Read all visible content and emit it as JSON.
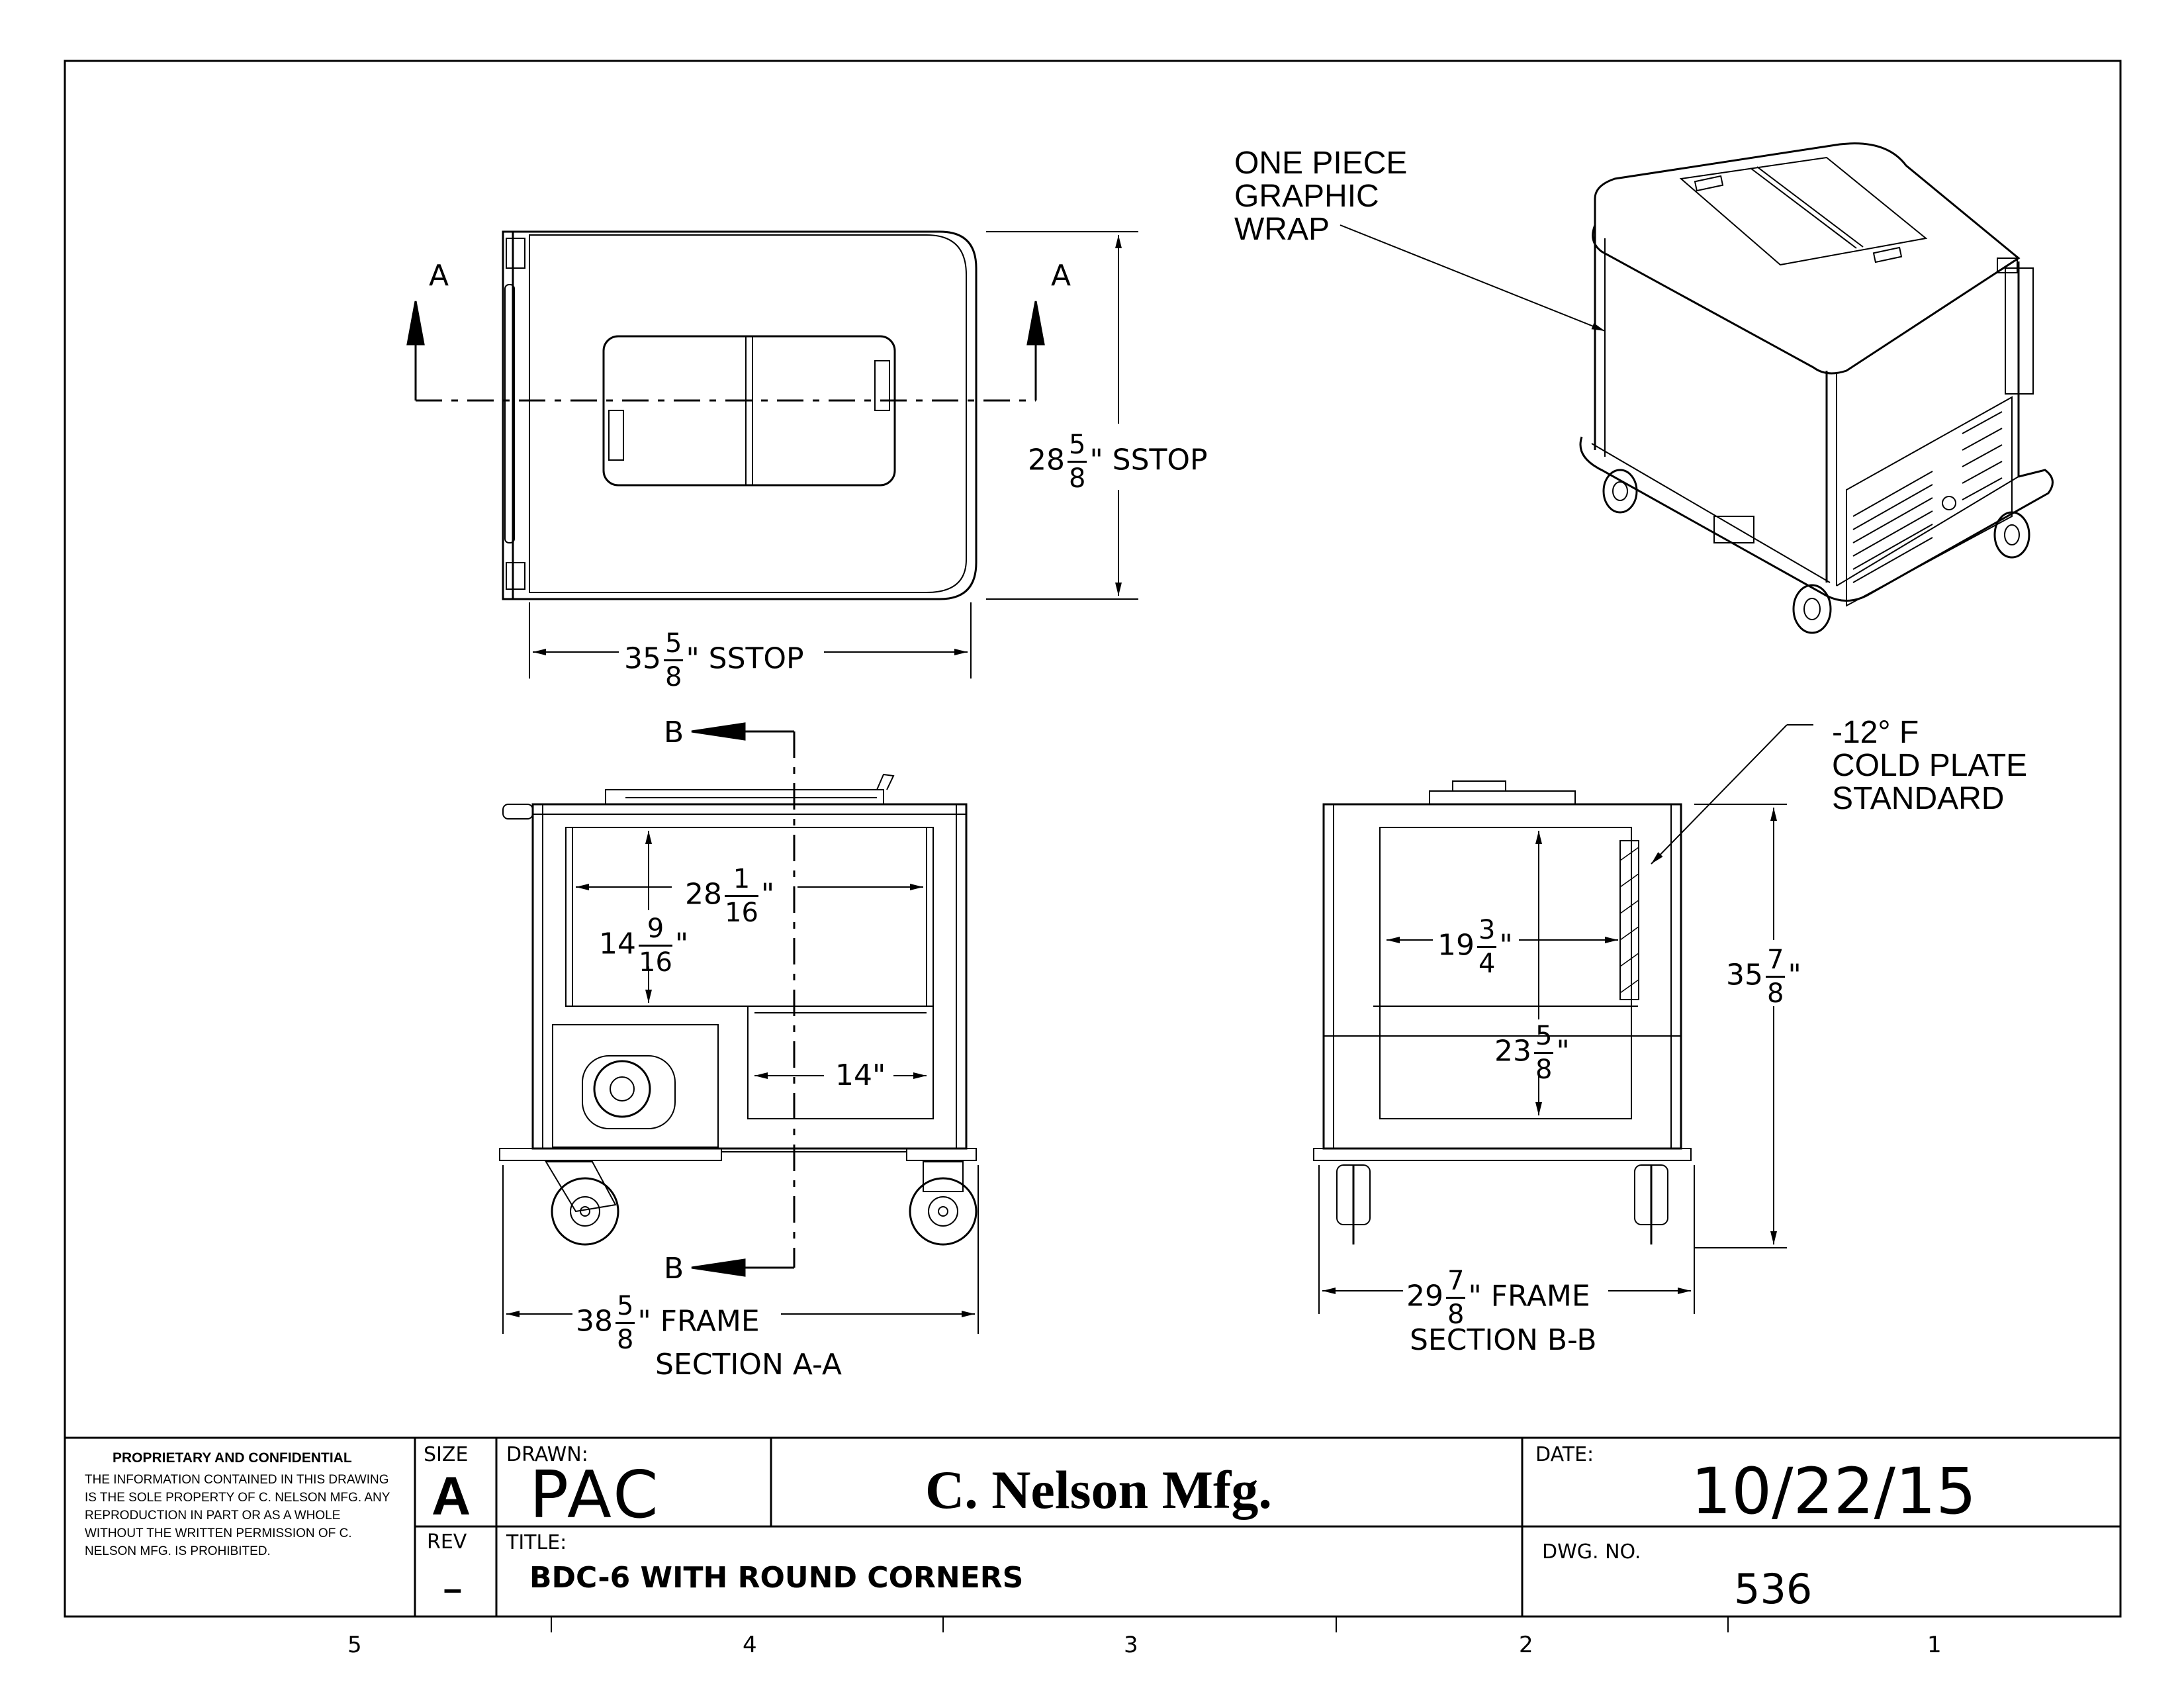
{
  "views": {
    "top": {
      "section_marker_left": "A",
      "section_marker_right": "A",
      "depth_dim": {
        "whole": "28",
        "num": "5",
        "den": "8",
        "suffix": "\" SSTOP"
      },
      "width_dim": {
        "whole": "35",
        "num": "5",
        "den": "8",
        "suffix": "\" SSTOP"
      }
    },
    "iso": {
      "callout_lines": [
        "ONE PIECE",
        "GRAPHIC",
        "WRAP"
      ]
    },
    "section_a": {
      "marker_top": "B",
      "marker_bottom": "B",
      "dim_inner_width": {
        "whole": "28",
        "num": "1",
        "den": "16",
        "suffix": "\""
      },
      "dim_inner_height": {
        "whole": "14",
        "num": "9",
        "den": "16",
        "suffix": "\""
      },
      "dim_compartment": "14\"",
      "dim_frame": {
        "whole": "38",
        "num": "5",
        "den": "8",
        "suffix": "\" FRAME"
      },
      "label": "SECTION A-A"
    },
    "section_b": {
      "callout_lines": [
        "-12° F",
        "COLD PLATE",
        "STANDARD"
      ],
      "dim_inner_width": {
        "whole": "19",
        "num": "3",
        "den": "4",
        "suffix": "\""
      },
      "dim_inner_height": {
        "whole": "23",
        "num": "5",
        "den": "8",
        "suffix": "\""
      },
      "dim_overall_height": {
        "whole": "35",
        "num": "7",
        "den": "8",
        "suffix": "\""
      },
      "dim_frame": {
        "whole": "29",
        "num": "7",
        "den": "8",
        "suffix": "\" FRAME"
      },
      "label": "SECTION B-B"
    }
  },
  "title_block": {
    "confidential_title": "PROPRIETARY AND CONFIDENTIAL",
    "confidential_body": "THE INFORMATION CONTAINED IN THIS DRAWING IS THE SOLE PROPERTY OF C. NELSON MFG.  ANY REPRODUCTION IN PART OR AS A WHOLE WITHOUT THE WRITTEN PERMISSION OF C. NELSON MFG. IS PROHIBITED.",
    "size_label": "SIZE",
    "size_value": "A",
    "rev_label": "REV",
    "rev_value": "–",
    "drawn_label": "DRAWN:",
    "drawn_value": "PAC",
    "company": "C. Nelson Mfg.",
    "date_label": "DATE:",
    "date_value": "10/22/15",
    "title_label": "TITLE:",
    "title_value": "BDC-6 WITH ROUND CORNERS",
    "dwg_label": "DWG.  NO.",
    "dwg_value": "536"
  },
  "zones": [
    "5",
    "4",
    "3",
    "2",
    "1"
  ]
}
